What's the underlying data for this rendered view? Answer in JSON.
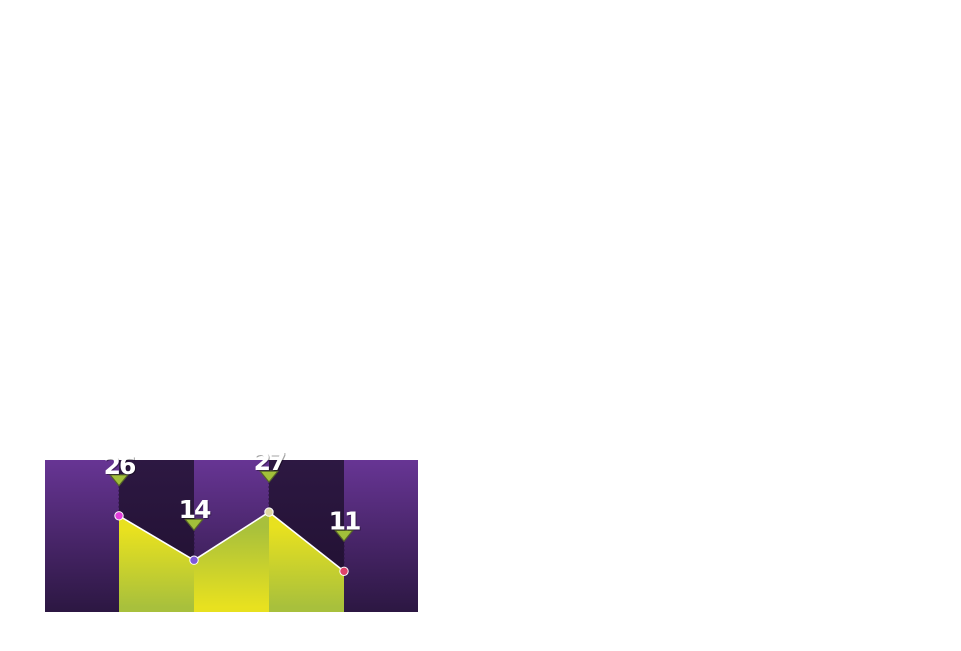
{
  "chart_data": {
    "type": "area",
    "categories": [
      "",
      "",
      "",
      ""
    ],
    "values": [
      26,
      14,
      27,
      11
    ],
    "data_labels": [
      "26",
      "14",
      "27",
      "11"
    ],
    "point_colors": [
      "#e23ddb",
      "#7e57d8",
      "#e0d9a6",
      "#e0426a"
    ],
    "title": "",
    "xlabel": "",
    "ylabel": "",
    "ylim": [
      0,
      40
    ],
    "grid": false,
    "legend": "none"
  },
  "colors": {
    "band_light_top": "#673594",
    "band_light_bottom": "#2c1742",
    "band_dark_top": "#2d1842",
    "band_dark_bottom": "#1f0f2f",
    "area_yellow": "#e8e11f",
    "area_green": "#a8c03c",
    "marker_fill": "#a2c03a",
    "marker_stroke": "#55622a",
    "line": "#ffffff"
  }
}
